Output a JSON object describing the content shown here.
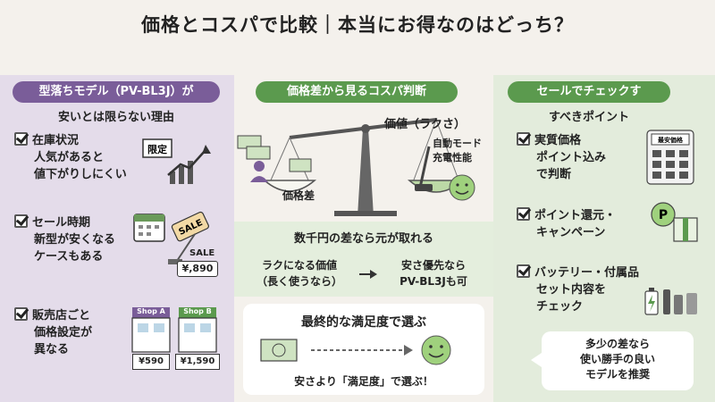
{
  "title": "価格とコスパで比較｜本当にお得なのはどっち？",
  "left": {
    "pill": "型落ちモデル（PV-BL3J）が",
    "subtitle": "安いとは限らない理由",
    "items": [
      {
        "head": "在庫状況",
        "body": [
          "人気があると",
          "値下がりしにくい"
        ],
        "tag": "限定"
      },
      {
        "head": "セール時期",
        "body": [
          "新型が安くなる",
          "ケースもある"
        ],
        "tag": "SALE",
        "price_label": "SALE",
        "price": "¥,890"
      },
      {
        "head": "販売店ごと",
        "body": [
          "価格設定が",
          "異なる"
        ],
        "shops": [
          {
            "name": "Shop A",
            "price": "¥590"
          },
          {
            "name": "Shop B",
            "price": "¥1,590"
          }
        ]
      }
    ]
  },
  "middle": {
    "pill": "価格差から見るコスパ判断",
    "value_label": "価値（ラクさ）",
    "auto_mode": "自動モード",
    "charge": "充電性能",
    "price_diff_label": "価格差",
    "caption": "数千円の差なら元が取れる",
    "left_note": [
      "ラクになる価値",
      "（長く使うなら）"
    ],
    "right_note": [
      "安さ優先なら",
      "PV-BL3Jも可"
    ],
    "box_title": "最終的な満足度で選ぶ",
    "box_caption": "安さより「満足度」で選ぶ！"
  },
  "right": {
    "pill": "セールでチェックす",
    "subtitle": "すべきポイント",
    "items": [
      {
        "head": "実質価格",
        "body": [
          "ポイント込み",
          "で判断"
        ],
        "calc_label": "最安価格"
      },
      {
        "head": "ポイント還元・",
        "body": [
          "キャンペーン"
        ],
        "point_label": "P"
      },
      {
        "head": "バッテリー・付属品",
        "body": [
          "セット内容を",
          "チェック"
        ]
      }
    ],
    "bubble": [
      "多少の差なら",
      "使い勝手の良い",
      "モデルを推奨"
    ]
  },
  "colors": {
    "purple": "#7a5d99",
    "green": "#5b9a4e",
    "left_bg": "#e4dcea",
    "right_bg": "#e3ecdc"
  }
}
